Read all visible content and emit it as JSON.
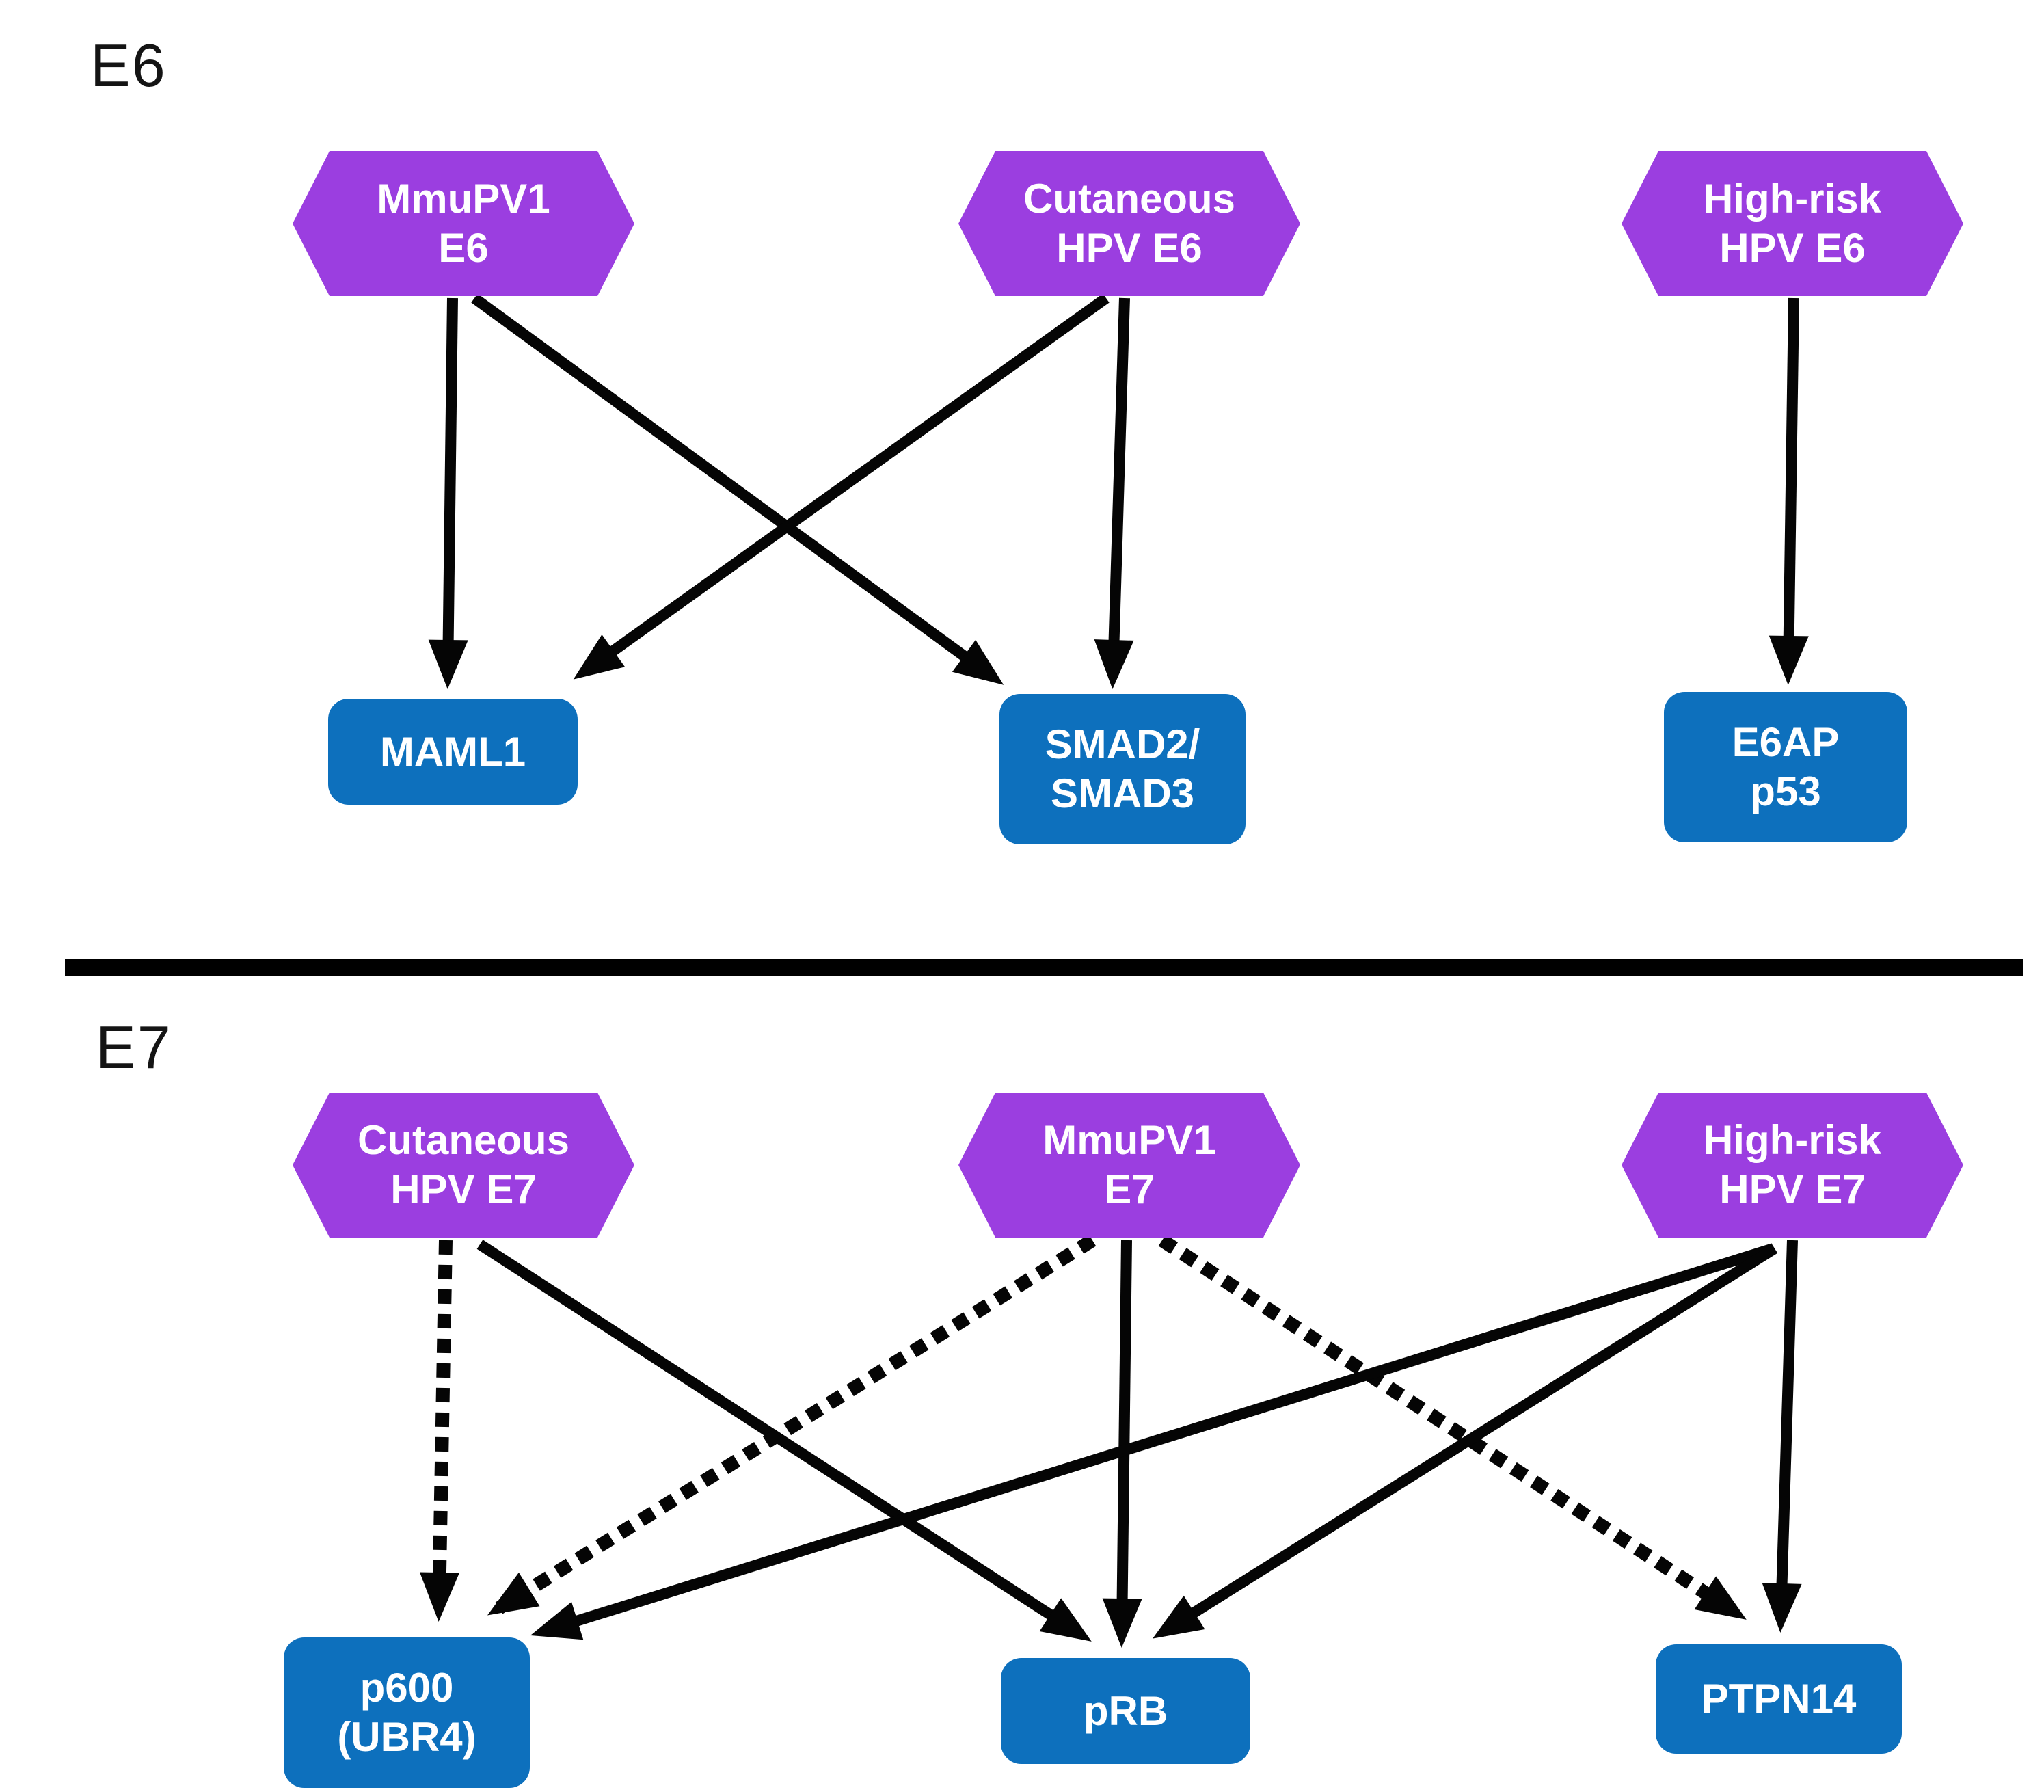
{
  "figure": {
    "colors": {
      "hexagon_fill": "#9B3EE0",
      "target_fill": "#0D70BD",
      "arrow_color": "#050505",
      "divider_color": "#000000",
      "node_text": "#FFFFFF",
      "section_label_color": "#141414",
      "background": "#FFFFFF"
    },
    "sections": [
      {
        "id": "e6",
        "label": "E6",
        "sources": [
          {
            "id": "mmupv1-e6",
            "line1": "MmuPV1",
            "line2": "E6"
          },
          {
            "id": "cutaneous-e6",
            "line1": "Cutaneous",
            "line2": "HPV E6"
          },
          {
            "id": "highrisk-e6",
            "line1": "High-risk",
            "line2": "HPV E6"
          }
        ],
        "targets": [
          {
            "id": "maml1",
            "line1": "MAML1",
            "line2": ""
          },
          {
            "id": "smad",
            "line1": "SMAD2/",
            "line2": "SMAD3"
          },
          {
            "id": "e6ap",
            "line1": "E6AP",
            "line2": "p53"
          }
        ],
        "edges": [
          {
            "from": "MmuPV1 E6",
            "to": "MAML1",
            "style": "solid"
          },
          {
            "from": "MmuPV1 E6",
            "to": "SMAD2/SMAD3",
            "style": "solid"
          },
          {
            "from": "Cutaneous HPV E6",
            "to": "MAML1",
            "style": "solid"
          },
          {
            "from": "Cutaneous HPV E6",
            "to": "SMAD2/SMAD3",
            "style": "solid"
          },
          {
            "from": "High-risk HPV E6",
            "to": "E6AP p53",
            "style": "solid"
          }
        ]
      },
      {
        "id": "e7",
        "label": "E7",
        "sources": [
          {
            "id": "cutaneous-e7",
            "line1": "Cutaneous",
            "line2": "HPV E7"
          },
          {
            "id": "mmupv1-e7",
            "line1": "MmuPV1",
            "line2": "E7"
          },
          {
            "id": "highrisk-e7",
            "line1": "High-risk",
            "line2": "HPV E7"
          }
        ],
        "targets": [
          {
            "id": "p600",
            "line1": "p600",
            "line2": "(UBR4)"
          },
          {
            "id": "prb",
            "line1": "pRB",
            "line2": ""
          },
          {
            "id": "ptpn14",
            "line1": "PTPN14",
            "line2": ""
          }
        ],
        "edges": [
          {
            "from": "Cutaneous HPV E7",
            "to": "p600 (UBR4)",
            "style": "dotted"
          },
          {
            "from": "Cutaneous HPV E7",
            "to": "pRB",
            "style": "solid"
          },
          {
            "from": "MmuPV1 E7",
            "to": "p600 (UBR4)",
            "style": "dotted"
          },
          {
            "from": "MmuPV1 E7",
            "to": "pRB",
            "style": "solid"
          },
          {
            "from": "MmuPV1 E7",
            "to": "PTPN14",
            "style": "dotted"
          },
          {
            "from": "High-risk HPV E7",
            "to": "p600 (UBR4)",
            "style": "solid"
          },
          {
            "from": "High-risk HPV E7",
            "to": "pRB",
            "style": "solid"
          },
          {
            "from": "High-risk HPV E7",
            "to": "PTPN14",
            "style": "solid"
          }
        ]
      }
    ]
  }
}
